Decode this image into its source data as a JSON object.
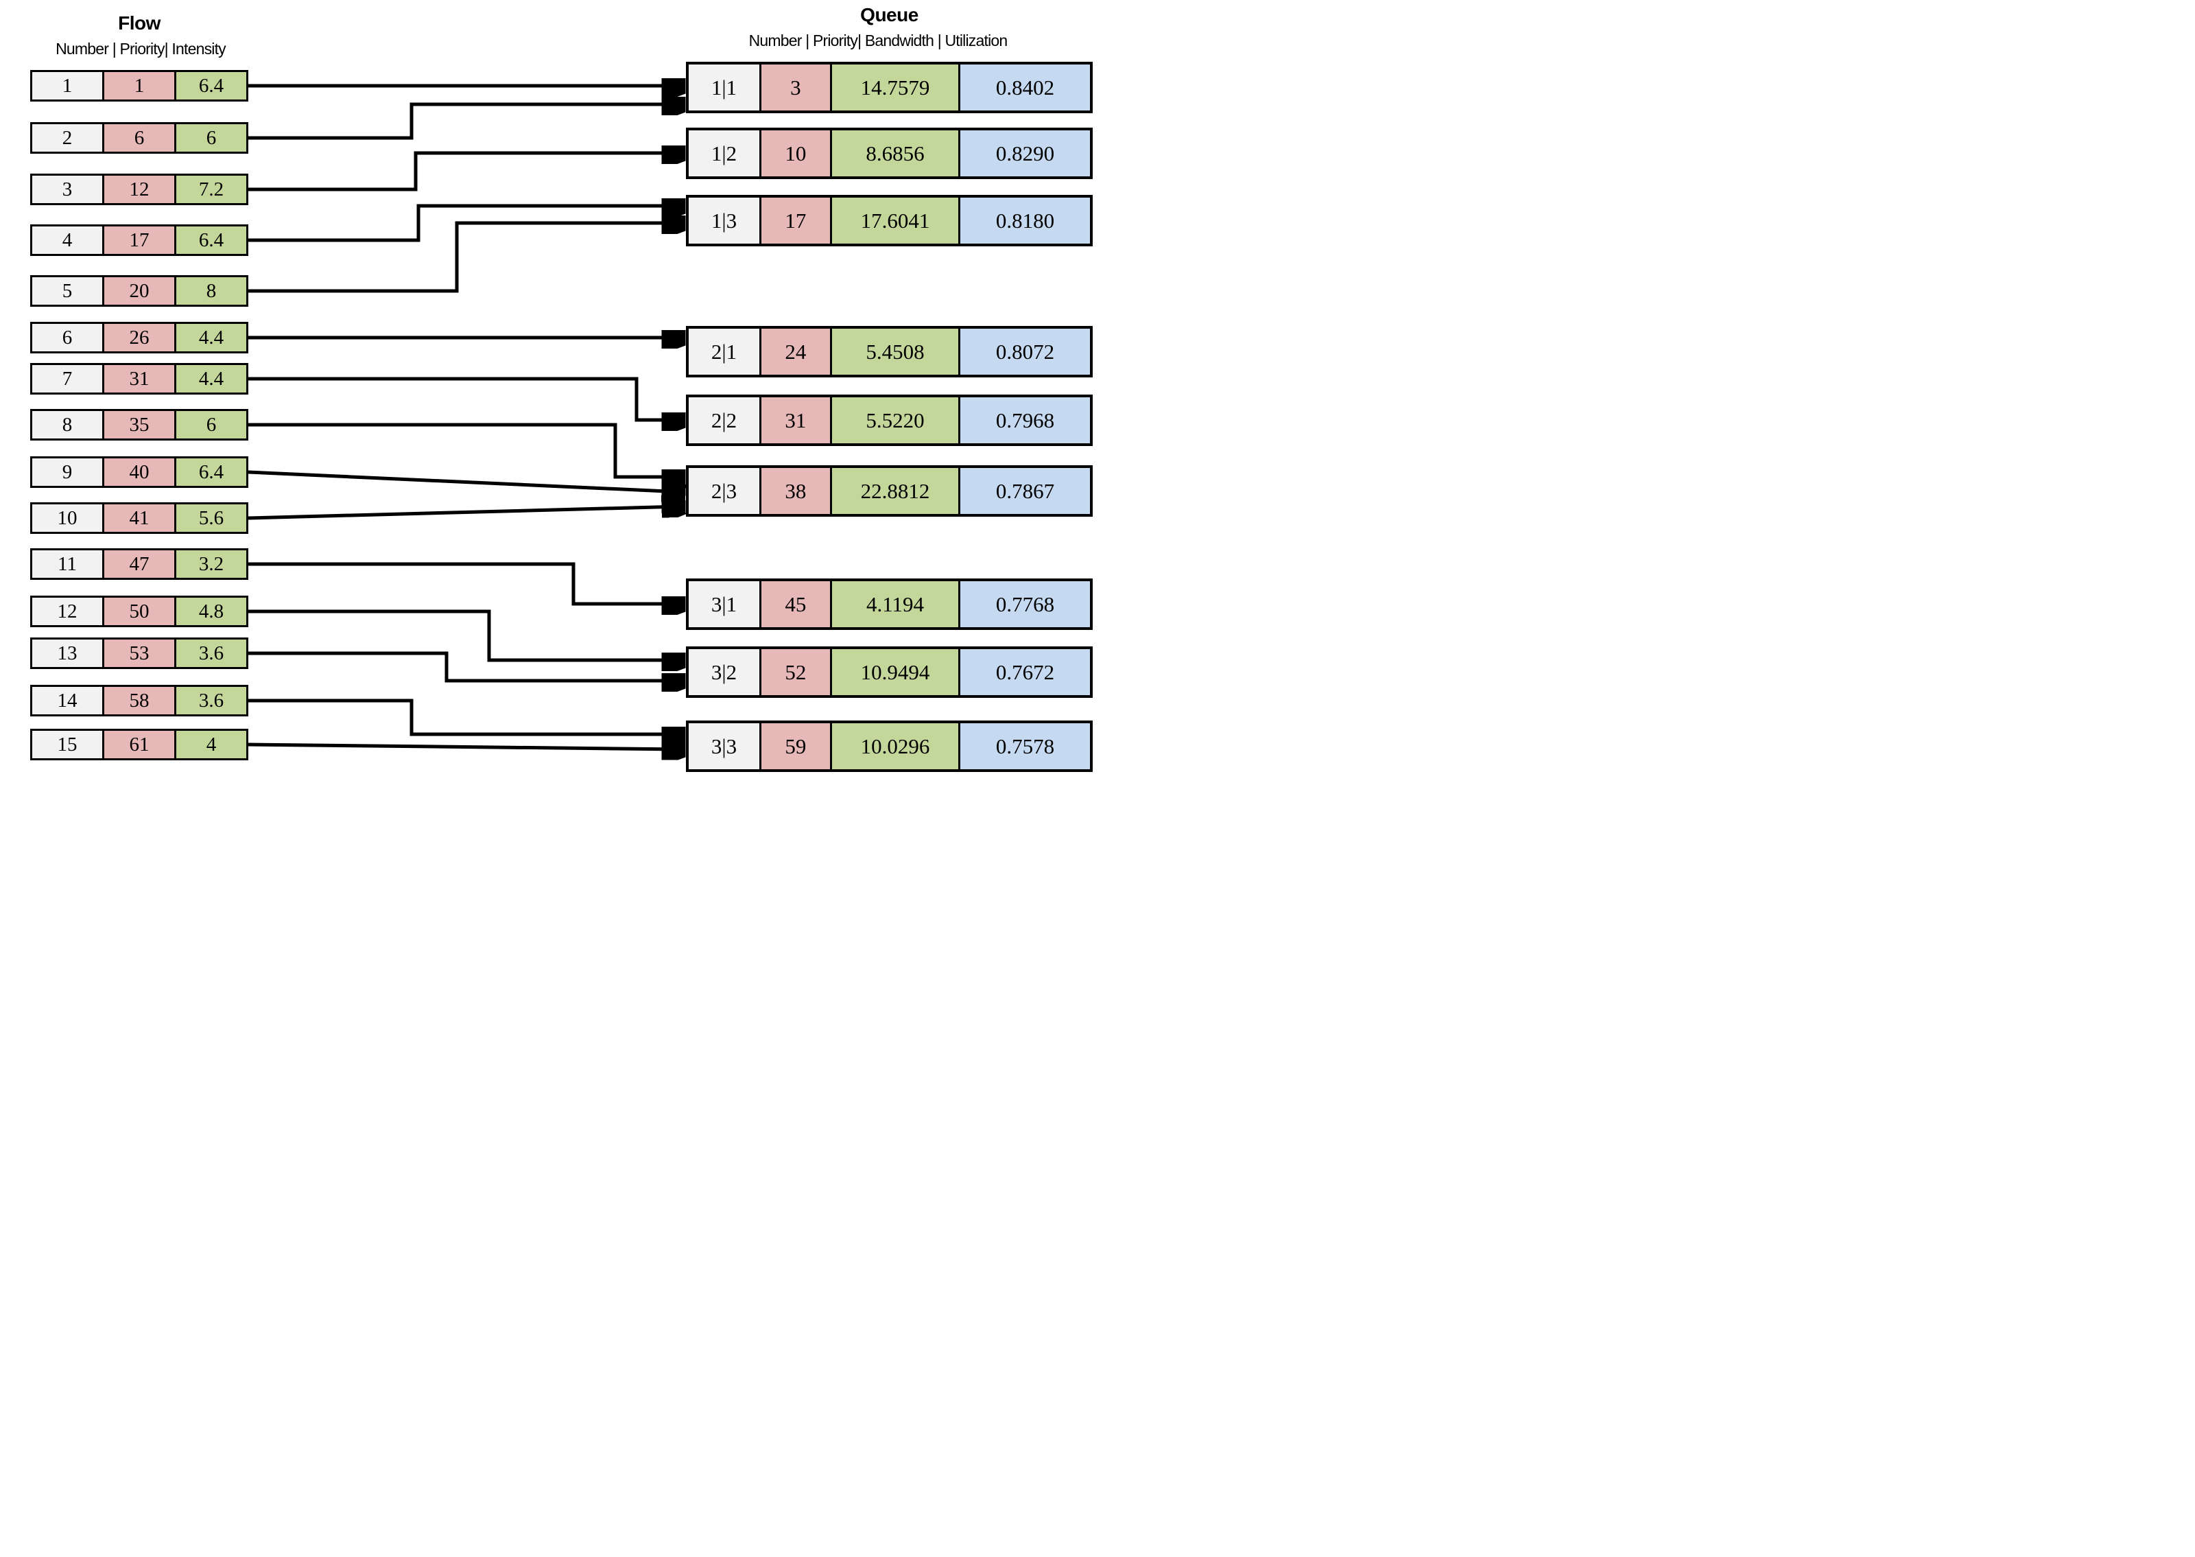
{
  "flow_table": {
    "title": "Flow",
    "subtitle": "Number | Priority| Intensity",
    "columns": [
      "Number",
      "Priority",
      "Intensity"
    ],
    "rows": [
      {
        "number": "1",
        "priority": "1",
        "intensity": "6.4"
      },
      {
        "number": "2",
        "priority": "6",
        "intensity": "6"
      },
      {
        "number": "3",
        "priority": "12",
        "intensity": "7.2"
      },
      {
        "number": "4",
        "priority": "17",
        "intensity": "6.4"
      },
      {
        "number": "5",
        "priority": "20",
        "intensity": "8"
      },
      {
        "number": "6",
        "priority": "26",
        "intensity": "4.4"
      },
      {
        "number": "7",
        "priority": "31",
        "intensity": "4.4"
      },
      {
        "number": "8",
        "priority": "35",
        "intensity": "6"
      },
      {
        "number": "9",
        "priority": "40",
        "intensity": "6.4"
      },
      {
        "number": "10",
        "priority": "41",
        "intensity": "5.6"
      },
      {
        "number": "11",
        "priority": "47",
        "intensity": "3.2"
      },
      {
        "number": "12",
        "priority": "50",
        "intensity": "4.8"
      },
      {
        "number": "13",
        "priority": "53",
        "intensity": "3.6"
      },
      {
        "number": "14",
        "priority": "58",
        "intensity": "3.6"
      },
      {
        "number": "15",
        "priority": "61",
        "intensity": "4"
      }
    ]
  },
  "queue_table": {
    "title": "Queue",
    "subtitle": "Number | Priority| Bandwidth | Utilization",
    "columns": [
      "Number",
      "Priority",
      "Bandwidth",
      "Utilization"
    ],
    "rows": [
      {
        "number": "1|1",
        "priority": "3",
        "bandwidth": "14.7579",
        "utilization": "0.8402"
      },
      {
        "number": "1|2",
        "priority": "10",
        "bandwidth": "8.6856",
        "utilization": "0.8290"
      },
      {
        "number": "1|3",
        "priority": "17",
        "bandwidth": "17.6041",
        "utilization": "0.8180"
      },
      {
        "number": "2|1",
        "priority": "24",
        "bandwidth": "5.4508",
        "utilization": "0.8072"
      },
      {
        "number": "2|2",
        "priority": "31",
        "bandwidth": "5.5220",
        "utilization": "0.7968"
      },
      {
        "number": "2|3",
        "priority": "38",
        "bandwidth": "22.8812",
        "utilization": "0.7867"
      },
      {
        "number": "3|1",
        "priority": "45",
        "bandwidth": "4.1194",
        "utilization": "0.7768"
      },
      {
        "number": "3|2",
        "priority": "52",
        "bandwidth": "10.9494",
        "utilization": "0.7672"
      },
      {
        "number": "3|3",
        "priority": "59",
        "bandwidth": "10.0296",
        "utilization": "0.7578"
      }
    ]
  },
  "connections": [
    {
      "flow": "1",
      "queue": "1|1"
    },
    {
      "flow": "2",
      "queue": "1|1"
    },
    {
      "flow": "3",
      "queue": "1|2"
    },
    {
      "flow": "4",
      "queue": "1|3"
    },
    {
      "flow": "5",
      "queue": "1|3"
    },
    {
      "flow": "6",
      "queue": "2|1"
    },
    {
      "flow": "7",
      "queue": "2|2"
    },
    {
      "flow": "8",
      "queue": "2|3"
    },
    {
      "flow": "9",
      "queue": "2|3"
    },
    {
      "flow": "10",
      "queue": "2|3"
    },
    {
      "flow": "11",
      "queue": "3|1"
    },
    {
      "flow": "12",
      "queue": "3|2"
    },
    {
      "flow": "13",
      "queue": "3|2"
    },
    {
      "flow": "14",
      "queue": "3|3"
    },
    {
      "flow": "15",
      "queue": "3|3"
    }
  ],
  "colors": {
    "number_cell": "#f2f2f2",
    "priority_cell": "#e6b8b7",
    "intensity_cell": "#c4d79b",
    "bandwidth_cell": "#c4d79b",
    "utilization_cell": "#c5d9f1",
    "line": "#000000",
    "background": "#ffffff"
  }
}
